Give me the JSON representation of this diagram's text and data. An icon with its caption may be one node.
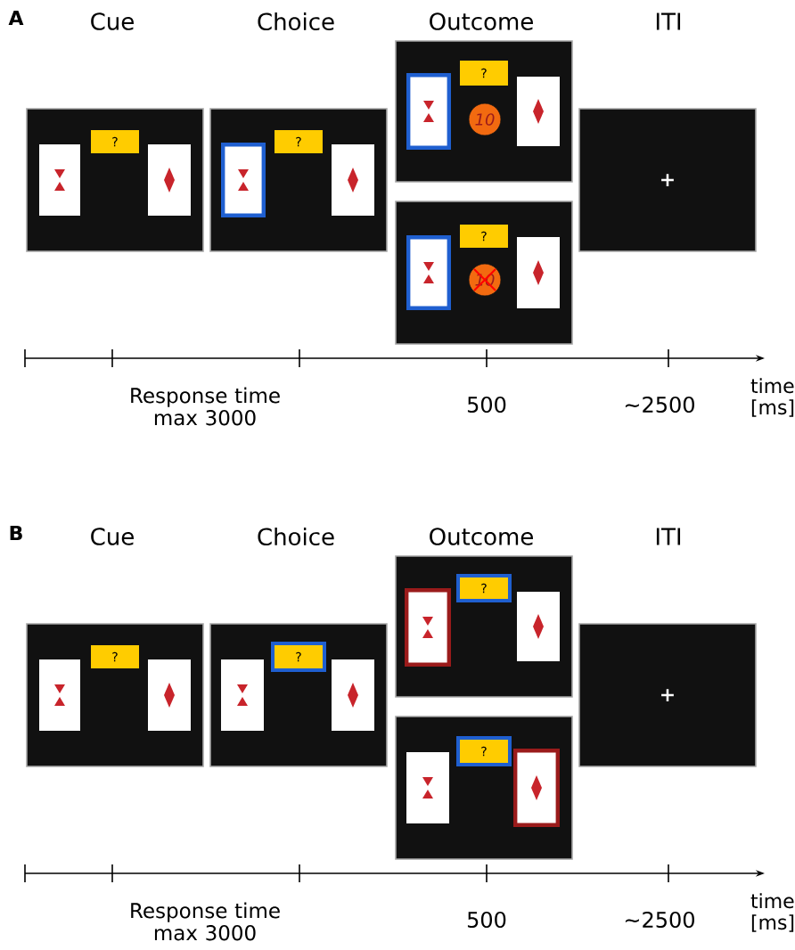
{
  "diagram": {
    "nodes": [
      {
        "text": [],
        "shape": "box"
      },
      {
        "text": [
          "?"
        ],
        "in": 0
      },
      {
        "text": [],
        "shape": "box"
      },
      {
        "text": [
          "?"
        ],
        "in": 2
      },
      {
        "text": [],
        "shape": "box"
      },
      {
        "text": [
          "?"
        ],
        "in": 4
      },
      {
        "text": [
          "10"
        ],
        "in": 4
      },
      {
        "text": [],
        "shape": "box"
      },
      {
        "text": [
          "?"
        ],
        "in": 7
      },
      {
        "text": [
          "10"
        ],
        "in": 7
      },
      {
        "text": [
          "+"
        ]
      },
      {
        "text": [],
        "shape": "box"
      },
      {
        "text": [
          "?"
        ],
        "in": 11
      },
      {
        "text": [],
        "shape": "box"
      },
      {
        "text": [
          "?"
        ],
        "in": 13
      },
      {
        "text": [],
        "shape": "box"
      },
      {
        "text": [
          "?"
        ],
        "in": 15
      },
      {
        "text": [],
        "shape": "box"
      },
      {
        "text": [
          "?"
        ],
        "in": 17
      },
      {
        "text": [
          "+"
        ]
      }
    ],
    "labels": [
      "A",
      "Cue",
      "Choice",
      "Outcome",
      "ITI",
      "Response time max 3000",
      "500",
      "~2500",
      "time [ms]",
      "B",
      "Cue",
      "Choice",
      "Outcome",
      "ITI",
      "Response time max 3000",
      "500",
      "~2500",
      "time [ms]"
    ]
  }
}
